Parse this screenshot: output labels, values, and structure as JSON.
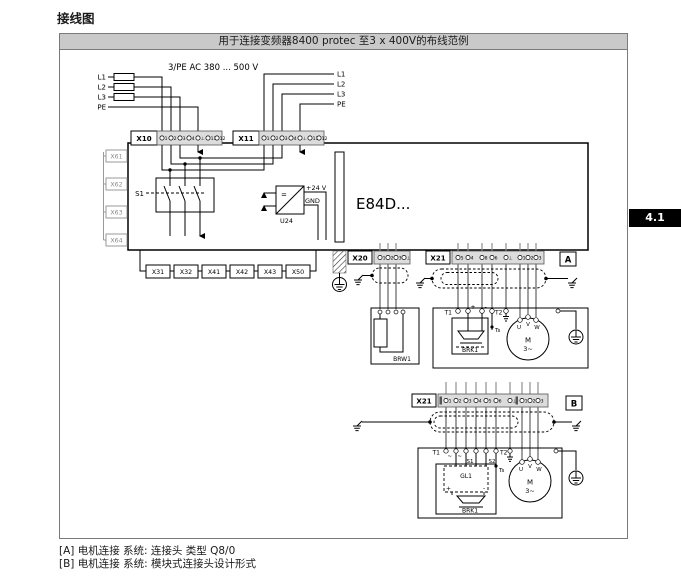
{
  "page": {
    "title": "接线图",
    "section_tab": "4.1",
    "diagram_header": "用于连接变频器8400 protec 至3 x 400V的布线范例"
  },
  "supply": {
    "rating": "3/PE AC 380 ... 500 V",
    "input_lines": [
      "L1",
      "L2",
      "L3",
      "PE"
    ],
    "output_lines": [
      "L1",
      "L2",
      "L3",
      "PE"
    ]
  },
  "device": {
    "label": "E84D...",
    "switch_label": "S1",
    "psu": {
      "label": "U24",
      "plus": "+24 V",
      "gnd": "GND",
      "symbol": "="
    }
  },
  "terminals": {
    "x10": {
      "label": "X10",
      "pins": [
        "1",
        "2",
        "3",
        "4",
        "⊥",
        "11",
        "12"
      ]
    },
    "x11": {
      "label": "X11",
      "pins": [
        "1",
        "2",
        "3",
        "4",
        "⊥",
        "11",
        "12"
      ]
    },
    "left_connectors": [
      "X61",
      "X62",
      "X63",
      "X64"
    ],
    "io_connectors": [
      "X31",
      "X32",
      "X41",
      "X42",
      "X43",
      "X50"
    ],
    "x20": {
      "label": "X20",
      "pins": [
        "1",
        "2",
        "3",
        "⊥"
      ]
    },
    "x21a": {
      "label": "X21",
      "pins": [
        "5",
        "4",
        "8",
        "6",
        "⊥",
        "1",
        "2",
        "3"
      ]
    },
    "x21b": {
      "label": "X21",
      "pins": [
        "1",
        "2",
        "3",
        "4",
        "5",
        "6",
        "⊥",
        "1",
        "2",
        "3"
      ]
    }
  },
  "brake_resistor": {
    "label": "BRW1"
  },
  "motor_a": {
    "marker": "A",
    "t1": "T1",
    "t2": "T2",
    "plus": "+",
    "minus": "-",
    "temp_sensor": "Ts",
    "brake": "BRK1",
    "phases": [
      "U",
      "V",
      "W"
    ],
    "motor": "M",
    "motor_type": "3~"
  },
  "motor_b": {
    "marker": "B",
    "t1": "T1",
    "t2": "T2",
    "ac1": "~",
    "ac2": "~",
    "s1": "S1",
    "s2": "S2",
    "rectifier": "GL1",
    "plus": "+",
    "minus": "-",
    "temp_sensor": "Ts",
    "brake": "BRK1",
    "phases": [
      "U",
      "V",
      "W"
    ],
    "motor": "M",
    "motor_type": "3~"
  },
  "legend": {
    "a": "[A] 电机连接 系统: 连接头 类型 Q8/0",
    "b": "[B] 电机连接 系统: 模块式连接头设计形式"
  }
}
